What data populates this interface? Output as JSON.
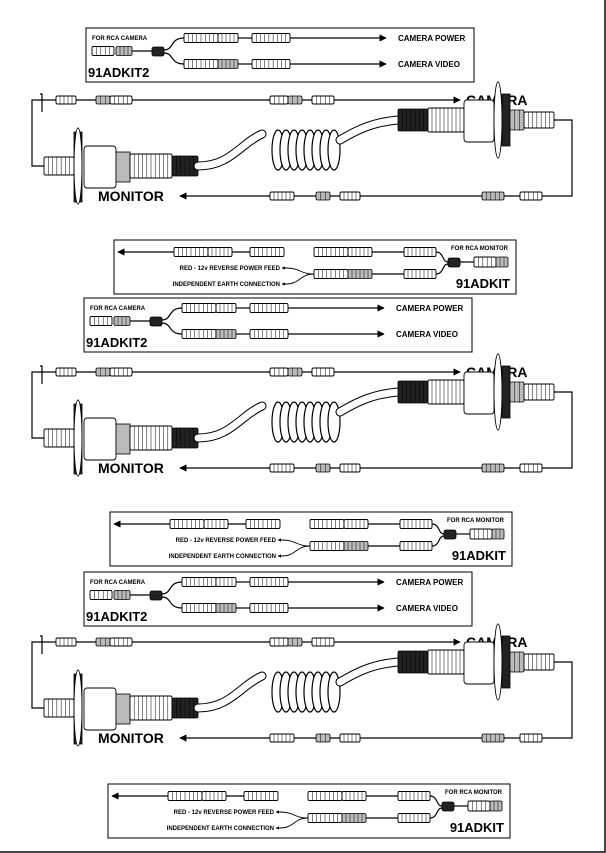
{
  "labels": {
    "camera": "CAMERA",
    "monitor": "MONITOR",
    "camera_power": "CAMERA POWER",
    "camera_video": "CAMERA VIDEO",
    "for_rca_camera": "FOR RCA CAMERA",
    "for_rca_monitor": "FOR RCA MONITOR",
    "kit_camera": "91ADKIT2",
    "kit_monitor": "91ADKIT",
    "red_power": "RED - 12v REVERSE POWER FEED",
    "earth": "INDEPENDENT EARTH CONNECTION"
  },
  "colors": {
    "ink": "#000000",
    "paper": "#ffffff",
    "grey": "#bbbbbb"
  }
}
